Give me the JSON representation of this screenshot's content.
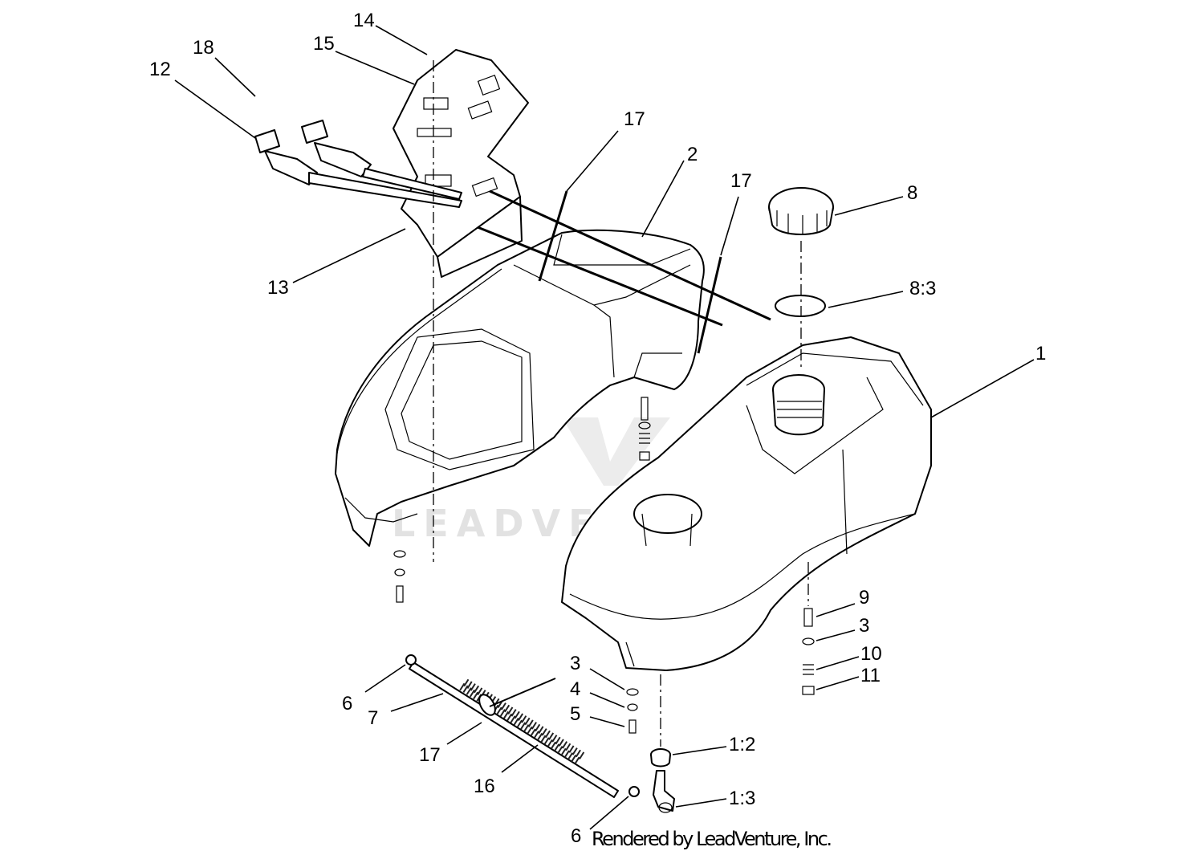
{
  "callouts": {
    "c1": "1",
    "c1_2": "1:2",
    "c1_3": "1:3",
    "c2": "2",
    "c3a": "3",
    "c3b": "3",
    "c4": "4",
    "c5": "5",
    "c6a": "6",
    "c6b": "6",
    "c7": "7",
    "c8": "8",
    "c8_3": "8:3",
    "c9": "9",
    "c10": "10",
    "c11": "11",
    "c12": "12",
    "c13": "13",
    "c14": "14",
    "c15": "15",
    "c16": "16",
    "c17a": "17",
    "c17b": "17",
    "c17c": "17",
    "c18": "18"
  },
  "watermark": "LEADVENTURE",
  "credit": "Rendered by LeadVenture, Inc."
}
